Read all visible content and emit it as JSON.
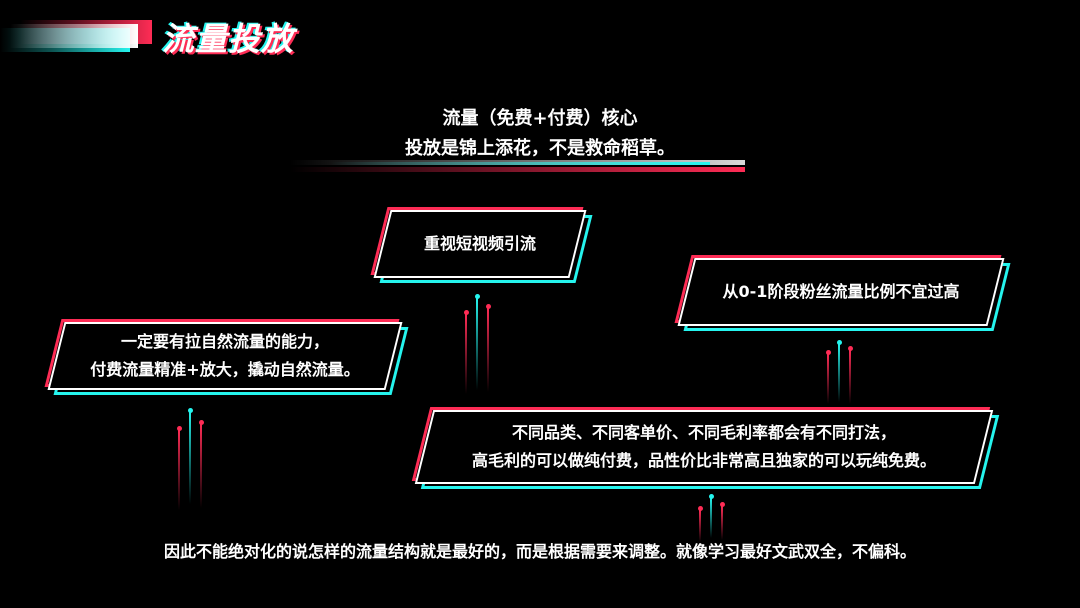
{
  "header": {
    "title": "流量投放"
  },
  "intro": {
    "line1": "流量（免费+付费）核心",
    "line2": "投放是锦上添花，不是救命稻草。"
  },
  "boxes": {
    "short_video": {
      "line1": "重视短视频引流"
    },
    "fan_ratio": {
      "line1": "从0-1阶段粉丝流量比例不宜过高"
    },
    "natural": {
      "line1": "一定要有拉自然流量的能力，",
      "line2": "付费流量精准+放大，撬动自然流量。"
    },
    "category": {
      "line1": "不同品类、不同客单价、不同毛利率都会有不同打法，",
      "line2": "高毛利的可以做纯付费，品性价比非常高且独家的可以玩纯免费。"
    }
  },
  "conclusion": "因此不能绝对化的说怎样的流量结构就是最好的，而是根据需要来调整。就像学习最好文武双全，不偏科。",
  "colors": {
    "accent_cyan": "#25f4ee",
    "accent_red": "#fe2c55",
    "background": "#000000"
  }
}
